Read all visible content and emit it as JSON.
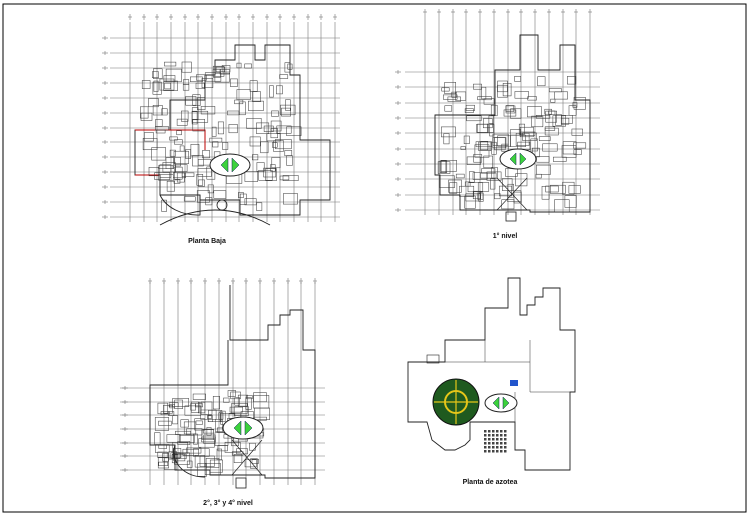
{
  "drawing": {
    "title_color": "#111111",
    "line_color": "#222222",
    "accent_green": "#3cd23c",
    "accent_red": "#bb0000",
    "roof_dark_green": "#1f5a1f",
    "roof_yellow": "#e6c619",
    "blue_small": "#2255cc"
  },
  "plans": {
    "ground": {
      "label": "Planta Baja"
    },
    "first": {
      "label": "1° nivel"
    },
    "typical": {
      "label": "2°, 3° y 4° nivel"
    },
    "roof": {
      "label": "Planta de azotea"
    }
  },
  "icons": {
    "heliport_arrow": "green-double-arrow-icon",
    "axis_marker": "axis-tick-icon"
  }
}
